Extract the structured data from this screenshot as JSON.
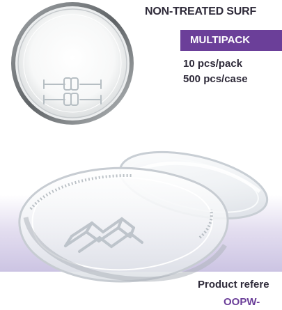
{
  "product": {
    "surface_title": "NON-TREATED SURF",
    "badge": "MULTIPACK",
    "pack_quantity": "10 pcs/pack",
    "case_quantity": "500 pcs/case",
    "product_reference_label": "Product refere",
    "product_code": "OOPW-"
  },
  "colors": {
    "purple": "#6b3f99",
    "text": "#2f2b3a",
    "band": "#d4cce7"
  }
}
